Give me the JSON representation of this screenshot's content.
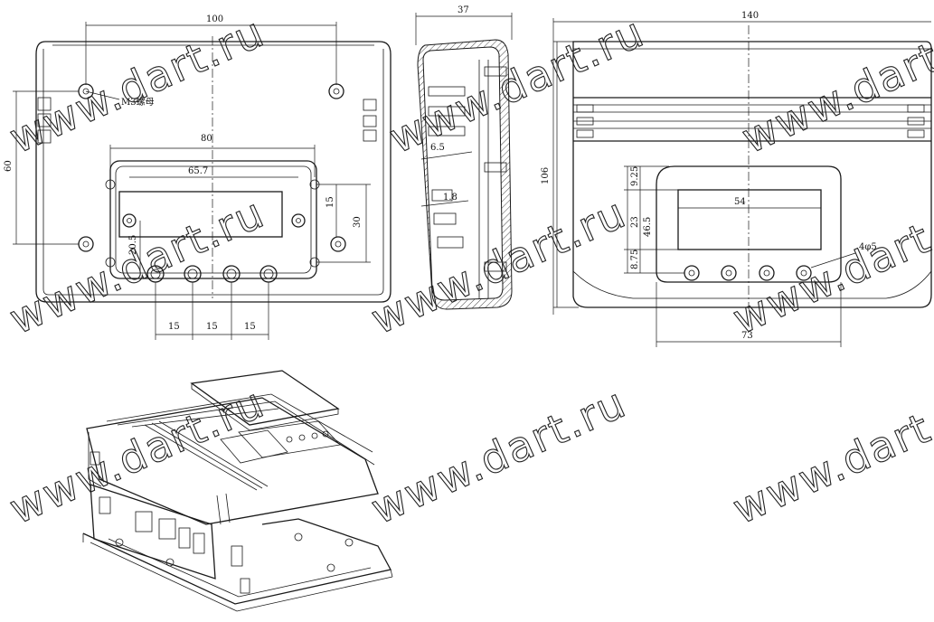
{
  "watermark": "www.dart.ru",
  "front_view": {
    "dim_width": "100",
    "dim_inner_width": "80",
    "dim_display_width": "65.7",
    "dim_height": "60",
    "dim_window_height": "15",
    "dim_frame_height": "30",
    "dim_bottom_offset": "20.5",
    "dim_button_pitch_1": "15",
    "dim_button_pitch_2": "15",
    "dim_button_pitch_3": "15",
    "note_hole": "M3螺母"
  },
  "side_view": {
    "dim_depth": "37",
    "dim_step": "6.5",
    "dim_wall": "1.8"
  },
  "top_view": {
    "dim_width": "140",
    "dim_height": "106",
    "dim_window_width": "54",
    "dim_bottom_width": "73",
    "dim_top_offset": "9.25",
    "dim_middle": "23",
    "dim_total": "46.5",
    "dim_bottom_offset": "8.75",
    "note_holes": "4φ5"
  }
}
